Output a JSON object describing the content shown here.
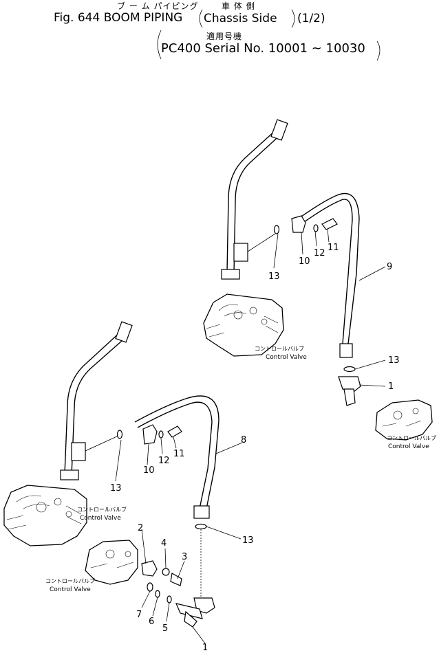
{
  "header": {
    "title_jp": "ブ ー ム パイピング",
    "side_jp": "車 体 側",
    "title_en": "Fig. 644 BOOM PIPING",
    "side_en": "Chassis Side",
    "page_no": "(1/2)",
    "serial_jp": "適用号機",
    "serial_en": "PC400 Serial No. 10001 ~ 10030"
  },
  "labels": {
    "cv_jp": "コントロールバルブ",
    "cv_en": "Control Valve"
  },
  "callouts": {
    "upper": {
      "c13a": "13",
      "c10": "10",
      "c12": "12",
      "c11": "11",
      "c9": "9",
      "c13b": "13",
      "c1": "1"
    },
    "lower": {
      "c13a": "13",
      "c10": "10",
      "c12": "12",
      "c11": "11",
      "c8": "8",
      "c13b": "13",
      "c2": "2",
      "c4": "4",
      "c3": "3",
      "c7": "7",
      "c6": "6",
      "c5": "5",
      "c1": "1"
    }
  }
}
